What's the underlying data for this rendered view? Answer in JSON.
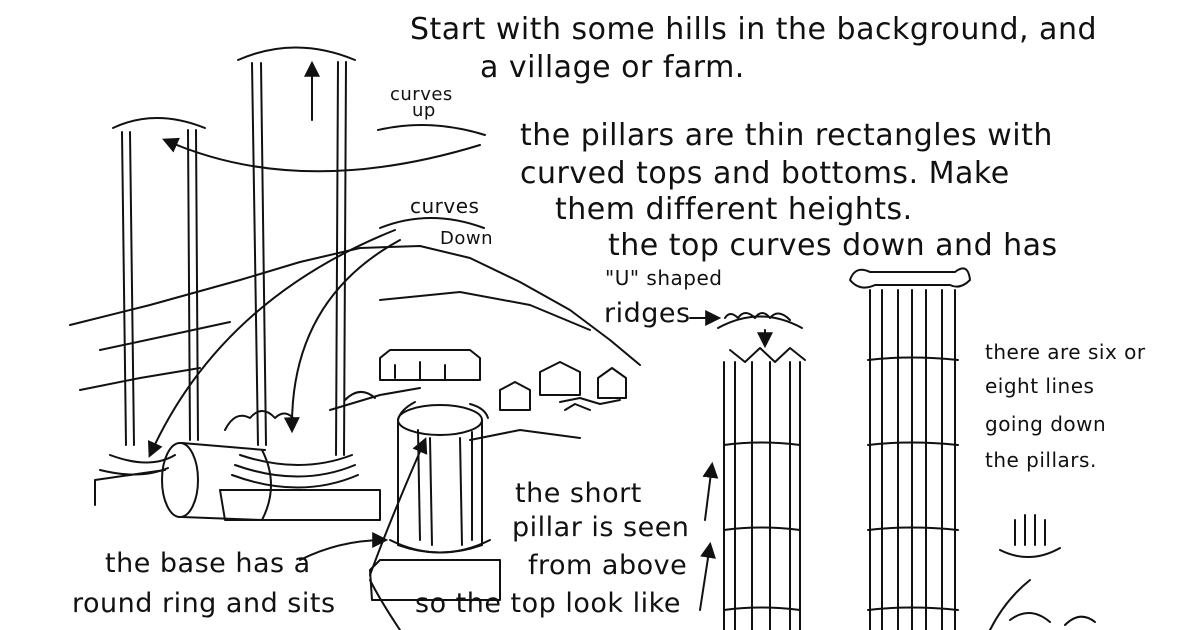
{
  "intro": {
    "line1": "Start with some hills in the background, and",
    "line2": "a village or farm."
  },
  "labels": {
    "curves_up_1": "curves",
    "curves_up_2": "up",
    "curves_down_1": "curves",
    "curves_down_2": "Down"
  },
  "pillars_text": {
    "line1": "the pillars are thin rectangles with",
    "line2": "curved tops and bottoms. Make",
    "line3": "them different heights."
  },
  "top_text": {
    "line1": "the top curves down and has",
    "line2": "\"U\" shaped",
    "line3": "ridges"
  },
  "lines_text": {
    "line1": "there are six or",
    "line2": "eight lines",
    "line3": "going down",
    "line4": "the pillars."
  },
  "short_text": {
    "line1": "the short",
    "line2": "pillar is seen",
    "line3": "from above",
    "line4": "so the top look like"
  },
  "base_text": {
    "line1": "the base has a",
    "line2": "round ring and sits"
  },
  "colors": {
    "ink": "#111111",
    "paper": "#ffffff"
  }
}
